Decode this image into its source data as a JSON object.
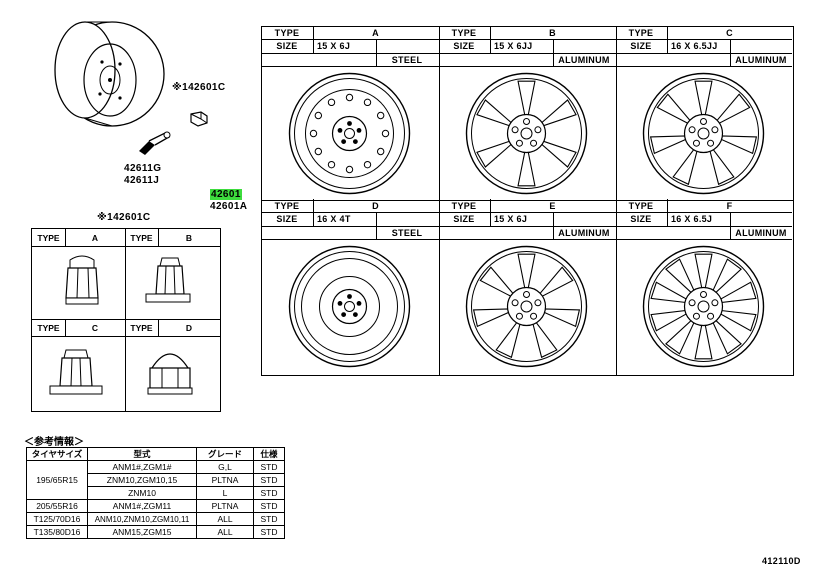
{
  "callouts": {
    "nut_note_top": "※142601C",
    "valve_pn_g": "42611G",
    "valve_pn_j": "42611J",
    "wheel_pn": "42601",
    "wheel_pn_a": "42601A",
    "nut_note_table": "※142601C",
    "figure_code": "412110D"
  },
  "wheel_table": {
    "type_label": "TYPE",
    "size_label": "SIZE",
    "wheels": [
      {
        "type": "A",
        "size": "15 X 6J",
        "material": "STEEL"
      },
      {
        "type": "B",
        "size": "15 X 6JJ",
        "material": "ALUMINUM"
      },
      {
        "type": "C",
        "size": "16 X 6.5JJ",
        "material": "ALUMINUM"
      },
      {
        "type": "D",
        "size": "16 X 4T",
        "material": "STEEL"
      },
      {
        "type": "E",
        "size": "15 X 6J",
        "material": "ALUMINUM"
      },
      {
        "type": "F",
        "size": "16 X 6.5J",
        "material": "ALUMINUM"
      }
    ]
  },
  "nut_table": {
    "type_label": "TYPE",
    "types": [
      "A",
      "B",
      "C",
      "D"
    ]
  },
  "reference": {
    "title": "＜参考情報＞",
    "headers": [
      "タイヤサイズ",
      "型式",
      "グレード",
      "仕様"
    ],
    "rows": [
      {
        "size": "195/65R15",
        "model": "ANM1#,ZGM1#",
        "grade": "G,L",
        "spec": "STD"
      },
      {
        "size": "",
        "model": "ZNM10,ZGM10,15",
        "grade": "PLTNA",
        "spec": "STD"
      },
      {
        "size": "",
        "model": "ZNM10",
        "grade": "L",
        "spec": "STD"
      },
      {
        "size": "205/55R16",
        "model": "ANM1#,ZGM11",
        "grade": "PLTNA",
        "spec": "STD"
      },
      {
        "size": "T125/70D16",
        "model": "ANM10,ZNM10,ZGM10,11",
        "grade": "ALL",
        "spec": "STD"
      },
      {
        "size": "T135/80D16",
        "model": "ANM15,ZGM15",
        "grade": "ALL",
        "spec": "STD"
      }
    ]
  }
}
